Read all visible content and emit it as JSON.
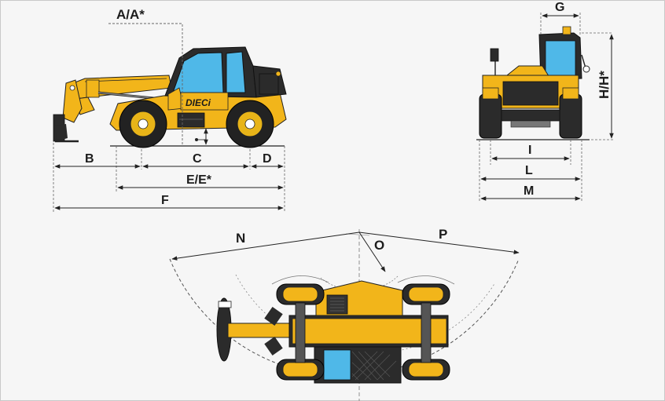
{
  "brand": {
    "logo_text": "DIECi",
    "body_color": "#f2b51a",
    "dark_color": "#2b2b2b",
    "glass_color": "#4fb8e8",
    "wheel_hub_color": "#e8b418"
  },
  "side_view": {
    "labels": {
      "height_cab": "A/A*",
      "front_overhang": "B",
      "wheelbase": "C",
      "rear_overhang": "D",
      "length_to_carriage": "E/E*",
      "overall_length": "F"
    }
  },
  "front_view": {
    "labels": {
      "cab_width": "G",
      "overall_height": "H/H*",
      "track_width": "I",
      "width_l": "L",
      "overall_width": "M"
    }
  },
  "top_view": {
    "labels": {
      "outer_turning_radius": "N",
      "inner_turning_radius": "O",
      "turning_radius_p": "P"
    }
  }
}
